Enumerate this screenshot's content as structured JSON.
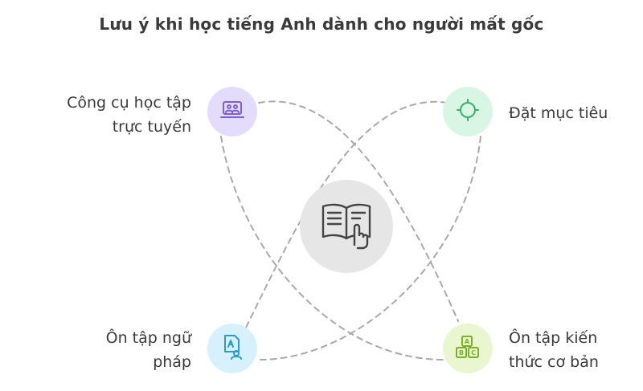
{
  "title": "Lưu ý khi học tiếng Anh dành cho người mất gốc",
  "center": {
    "icon": "book-hand-icon"
  },
  "items": [
    {
      "id": "online-tools",
      "lines": [
        "Công cụ học tập",
        "trực tuyến"
      ],
      "icon": "laptop-users-icon",
      "color": "#e3dcfb",
      "stroke": "#7c5fd6"
    },
    {
      "id": "goals",
      "lines": [
        "Đặt mục tiêu"
      ],
      "icon": "target-icon",
      "color": "#d8f6e3",
      "stroke": "#3fae6a"
    },
    {
      "id": "grammar",
      "lines": [
        "Ôn tập ngữ",
        "pháp"
      ],
      "icon": "document-person-icon",
      "color": "#d6f1fb",
      "stroke": "#2a9cc8"
    },
    {
      "id": "basics",
      "lines": [
        "Ôn tập kiến",
        "thức cơ bản"
      ],
      "icon": "abc-blocks-icon",
      "color": "#e9f6cf",
      "stroke": "#7cb028"
    }
  ]
}
